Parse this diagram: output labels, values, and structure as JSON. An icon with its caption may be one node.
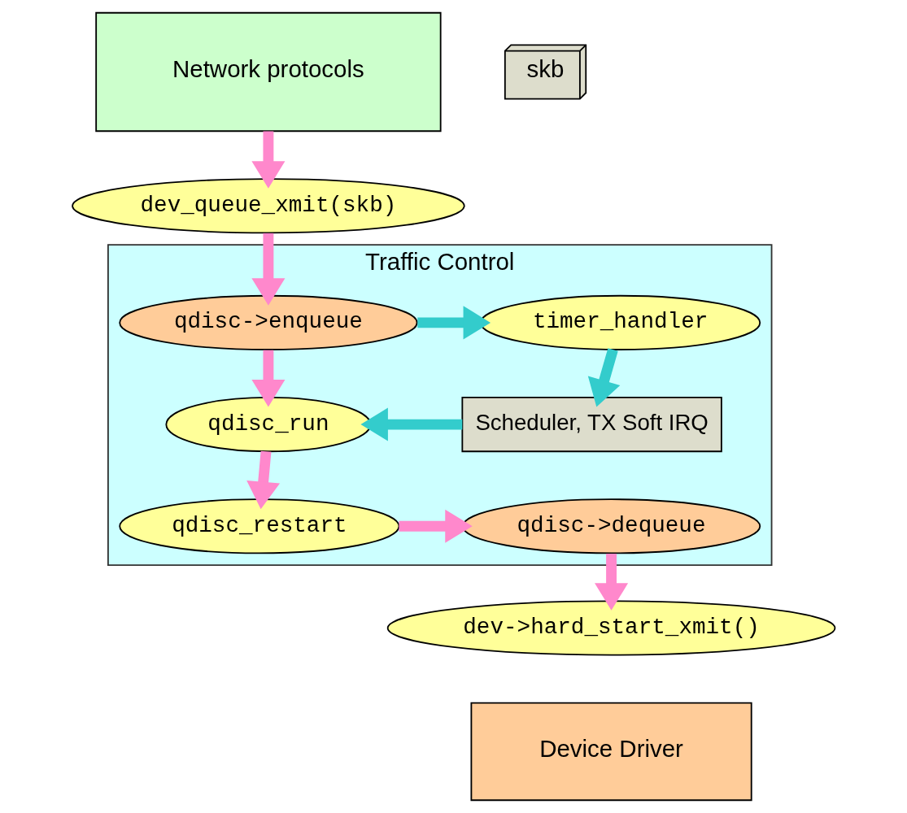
{
  "diagram": {
    "nodes": [
      {
        "text": [
          "Network protocols"
        ]
      },
      {
        "text": [
          "skb"
        ]
      },
      {
        "text": [
          "dev_queue_xmit(skb)"
        ]
      },
      {
        "text": [
          "Traffic Control"
        ]
      },
      {
        "text": [
          "qdisc->enqueue"
        ],
        "in": 3
      },
      {
        "text": [
          "timer_handler"
        ],
        "in": 3
      },
      {
        "text": [
          "Scheduler, TX Soft IRQ"
        ],
        "in": 3
      },
      {
        "text": [
          "qdisc_run"
        ],
        "in": 3
      },
      {
        "text": [
          "qdisc_restart"
        ],
        "in": 3
      },
      {
        "text": [
          "qdisc->dequeue"
        ],
        "in": 3
      },
      {
        "text": [
          "dev->hard_start_xmit()"
        ]
      },
      {
        "text": [
          "Device Driver"
        ]
      }
    ],
    "edges": [
      {
        "from": 0,
        "to": 2,
        "arrow": "to"
      },
      {
        "from": 2,
        "to": 4,
        "arrow": "to"
      },
      {
        "from": 4,
        "to": 5,
        "arrow": "to",
        "color": "#33cccc"
      },
      {
        "from": 4,
        "to": 7,
        "arrow": "to"
      },
      {
        "from": 5,
        "to": 6,
        "arrow": "to",
        "color": "#33cccc"
      },
      {
        "from": 6,
        "to": 7,
        "arrow": "to",
        "color": "#33cccc"
      },
      {
        "from": 7,
        "to": 8,
        "arrow": "to"
      },
      {
        "from": 8,
        "to": 9,
        "arrow": "to"
      },
      {
        "from": 9,
        "to": 10,
        "arrow": "to"
      }
    ]
  }
}
